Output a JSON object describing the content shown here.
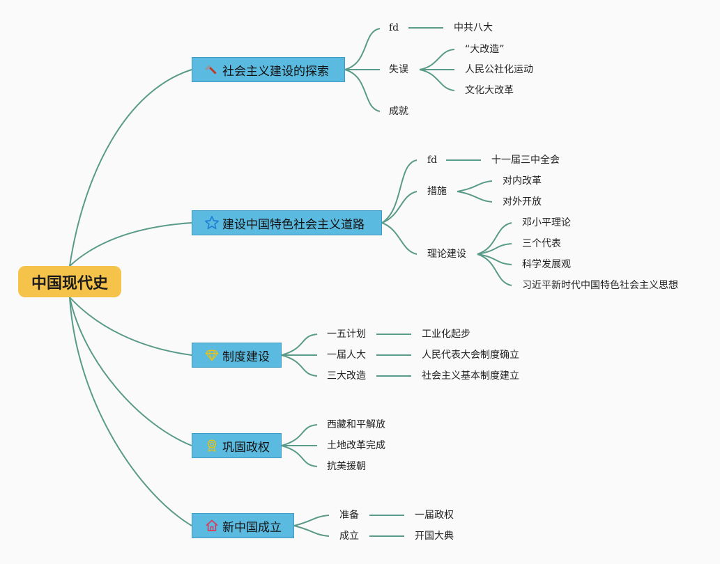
{
  "root": {
    "label": "中国现代史"
  },
  "colors": {
    "root_fill": "#f5c24a",
    "topic_fill": "#5bbadf",
    "connector": "#5a9a88"
  },
  "branches": [
    {
      "label": "社会主义建设的探索",
      "icon": "hammer-icon",
      "children": [
        {
          "label": "fd",
          "children": [
            {
              "label": "中共八大"
            }
          ]
        },
        {
          "label": "失误",
          "children": [
            {
              "label": "“大改造”"
            },
            {
              "label": "人民公社化运动"
            },
            {
              "label": "文化大改革"
            }
          ]
        },
        {
          "label": "成就"
        }
      ]
    },
    {
      "label": "建设中国特色社会主义道路",
      "icon": "star-icon",
      "children": [
        {
          "label": "fd",
          "children": [
            {
              "label": "十一届三中全会"
            }
          ]
        },
        {
          "label": "措施",
          "children": [
            {
              "label": "对内改革"
            },
            {
              "label": "对外开放"
            }
          ]
        },
        {
          "label": "理论建设",
          "children": [
            {
              "label": "邓小平理论"
            },
            {
              "label": "三个代表"
            },
            {
              "label": "科学发展观"
            },
            {
              "label": "习近平新时代中国特色社会主义思想"
            }
          ]
        }
      ]
    },
    {
      "label": "制度建设",
      "icon": "diamond-icon",
      "children": [
        {
          "label": "一五计划",
          "children": [
            {
              "label": "工业化起步"
            }
          ]
        },
        {
          "label": "一届人大",
          "children": [
            {
              "label": "人民代表大会制度确立"
            }
          ]
        },
        {
          "label": "三大改造",
          "children": [
            {
              "label": "社会主义基本制度建立"
            }
          ]
        }
      ]
    },
    {
      "label": "巩固政权",
      "icon": "award-badge-icon",
      "children": [
        {
          "label": "西藏和平解放"
        },
        {
          "label": "土地改革完成"
        },
        {
          "label": "抗美援朝"
        }
      ]
    },
    {
      "label": "新中国成立",
      "icon": "house-icon",
      "children": [
        {
          "label": "准备",
          "children": [
            {
              "label": "一届政权"
            }
          ]
        },
        {
          "label": "成立",
          "children": [
            {
              "label": "开国大典"
            }
          ]
        }
      ]
    }
  ]
}
